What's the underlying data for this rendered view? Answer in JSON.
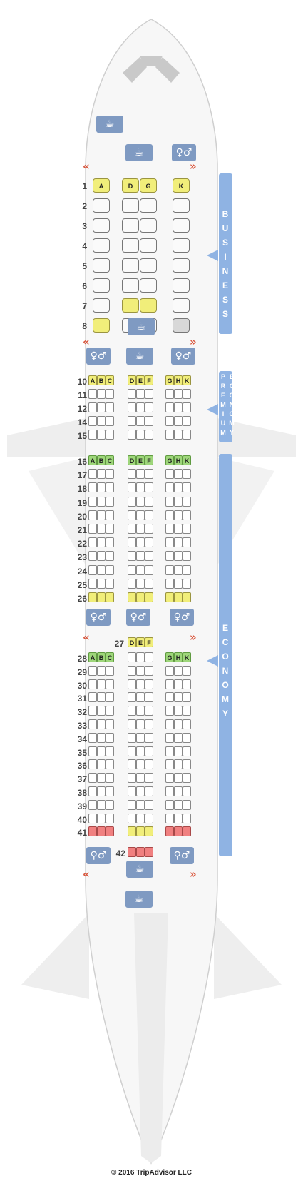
{
  "copyright": "© 2016 TripAdvisor LLC",
  "sections": {
    "business": "BUSINESS",
    "premium_economy": "PREMIUM ECONOMY",
    "economy": "ECONOMY"
  },
  "icons": {
    "galley": "cup-icon",
    "lavatory": "lavatory-icon",
    "exit": "exit-arrow-icon"
  },
  "colors": {
    "fuselage": "#f7f7f7",
    "facility": "#7f9ac2",
    "band": "#8fb3e3",
    "preferred": "#f1ee7a",
    "extra_legroom": "#9ed67a",
    "limited": "#f08080",
    "exit_arrow": "#d9543a"
  },
  "business_rows": [
    {
      "row": "1",
      "left": [
        "A"
      ],
      "center": [
        "D",
        "G"
      ],
      "right": [
        "K"
      ],
      "colors": {
        "left": "y",
        "center": "y",
        "right": "y"
      }
    },
    {
      "row": "2"
    },
    {
      "row": "3"
    },
    {
      "row": "4"
    },
    {
      "row": "5"
    },
    {
      "row": "6"
    },
    {
      "row": "7",
      "colors": {
        "center": "y"
      }
    },
    {
      "row": "8",
      "colors": {
        "left": "y",
        "right": "gr"
      }
    }
  ],
  "premium_rows": [
    "10",
    "11",
    "12",
    "14",
    "15"
  ],
  "premium_letters": {
    "left": [
      "A",
      "B",
      "C"
    ],
    "center": [
      "D",
      "E",
      "F"
    ],
    "right": [
      "G",
      "H",
      "K"
    ]
  },
  "economy_rows_a": [
    "16",
    "17",
    "18",
    "19",
    "20",
    "21",
    "22",
    "23",
    "24",
    "25",
    "26"
  ],
  "row27": {
    "row": "27",
    "seats": [
      "D",
      "E",
      "F"
    ]
  },
  "economy_rows_b": [
    "28",
    "29",
    "30",
    "31",
    "32",
    "33",
    "34",
    "35",
    "36",
    "37",
    "38",
    "39",
    "40",
    "41"
  ],
  "row42": {
    "row": "42"
  }
}
